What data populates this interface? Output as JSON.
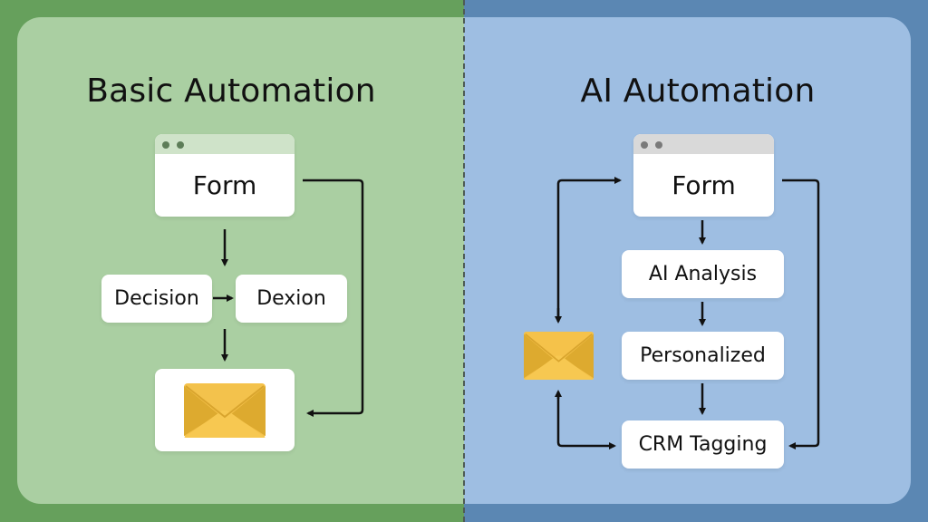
{
  "colors": {
    "left_outer": "#66a05c",
    "left_panel": "#aacfa2",
    "right_outer": "#5b87b3",
    "right_panel": "#9ebee2",
    "left_window_bar": "#cfe3c9",
    "left_window_dots": "#5d7d58",
    "right_window_bar": "#d9d9d9",
    "right_window_dots": "#7a7a7a",
    "envelope_main": "#f5c24a",
    "envelope_shade": "#ddaa2f",
    "arrow": "#111111"
  },
  "left": {
    "title": "Basic Automation",
    "form_label": "Form",
    "decision_label": "Decision",
    "dexion_label": "Dexion",
    "email_icon": "envelope-icon"
  },
  "right": {
    "title": "AI Automation",
    "form_label": "Form",
    "steps": [
      "AI Analysis",
      "Personalized",
      "CRM Tagging"
    ],
    "email_icon": "envelope-icon"
  }
}
